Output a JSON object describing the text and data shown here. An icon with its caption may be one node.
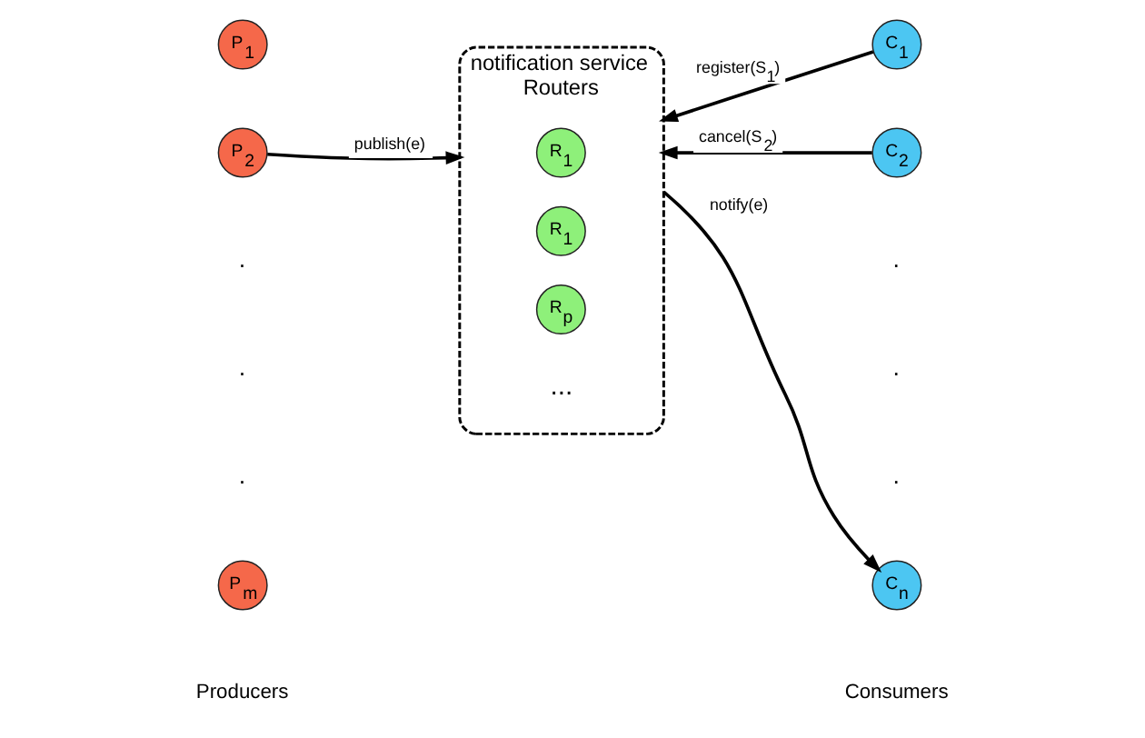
{
  "diagram": {
    "nodes": [
      {
        "text": [
          "notification service",
          "Routers"
        ]
      },
      {
        "text": [
          "R$_{1}$"
        ],
        "in": 0
      },
      {
        "text": [
          "R$_{1}$"
        ],
        "in": 0
      },
      {
        "text": [
          "R$_{p}$"
        ],
        "in": 0
      },
      {
        "text": [
          "P$_{1}$"
        ]
      },
      {
        "text": [
          "P$_{2}$"
        ]
      },
      {
        "text": [
          "P$_{m}$"
        ]
      },
      {
        "text": [
          "C$_{1}$"
        ]
      },
      {
        "text": [
          "C$_{2}$"
        ]
      },
      {
        "text": [
          "C$_{n}$"
        ]
      }
    ],
    "edges": [
      {
        "from": 5,
        "to": 0,
        "arrow": "to",
        "label": "publish(e)"
      },
      {
        "from": 7,
        "to": 0,
        "arrow": "to",
        "label": "register(S$_{1}$)"
      },
      {
        "from": 8,
        "to": 0,
        "arrow": "to",
        "label": "cancel(S$_{2}$)"
      },
      {
        "from": 0,
        "to": 9,
        "arrow": "to",
        "label": "notify(e)"
      }
    ],
    "labels": [
      "...",
      ".",
      ".",
      ".",
      ".",
      ".",
      ".",
      "Producers",
      "Consumers"
    ]
  }
}
